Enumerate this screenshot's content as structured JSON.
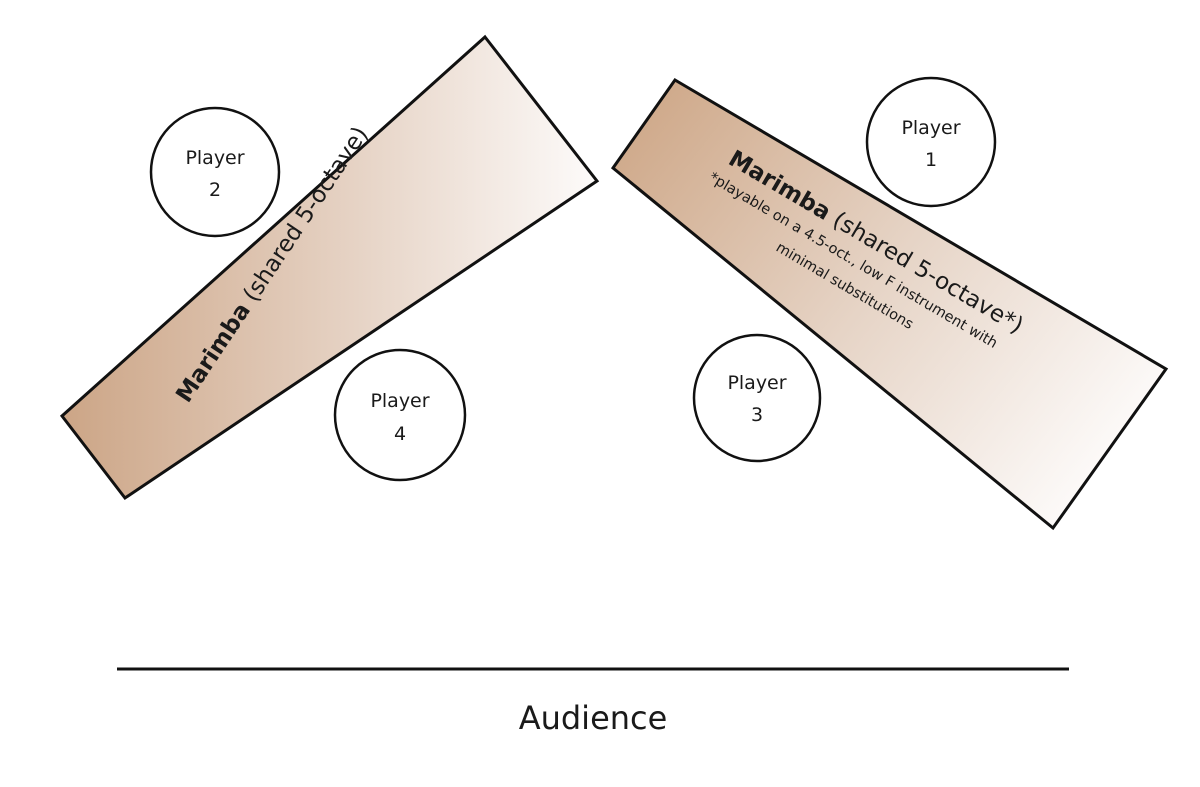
{
  "diagram": {
    "marimbas": [
      {
        "name_bold": "Marimba",
        "name_rest": " (shared 5-octave)",
        "note": ""
      },
      {
        "name_bold": "Marimba",
        "name_rest": " (shared 5-octave*)",
        "note_line1": "*playable on a 4.5-oct., low F instrument with",
        "note_line2": "minimal substitutions"
      }
    ],
    "players": [
      {
        "word": "Player",
        "number": "1"
      },
      {
        "word": "Player",
        "number": "2"
      },
      {
        "word": "Player",
        "number": "3"
      },
      {
        "word": "Player",
        "number": "4"
      }
    ],
    "audience_label": "Audience",
    "colors": {
      "marimba_dark": "#cfa98a",
      "marimba_light": "#fdfbfa",
      "stroke": "#111111"
    }
  }
}
